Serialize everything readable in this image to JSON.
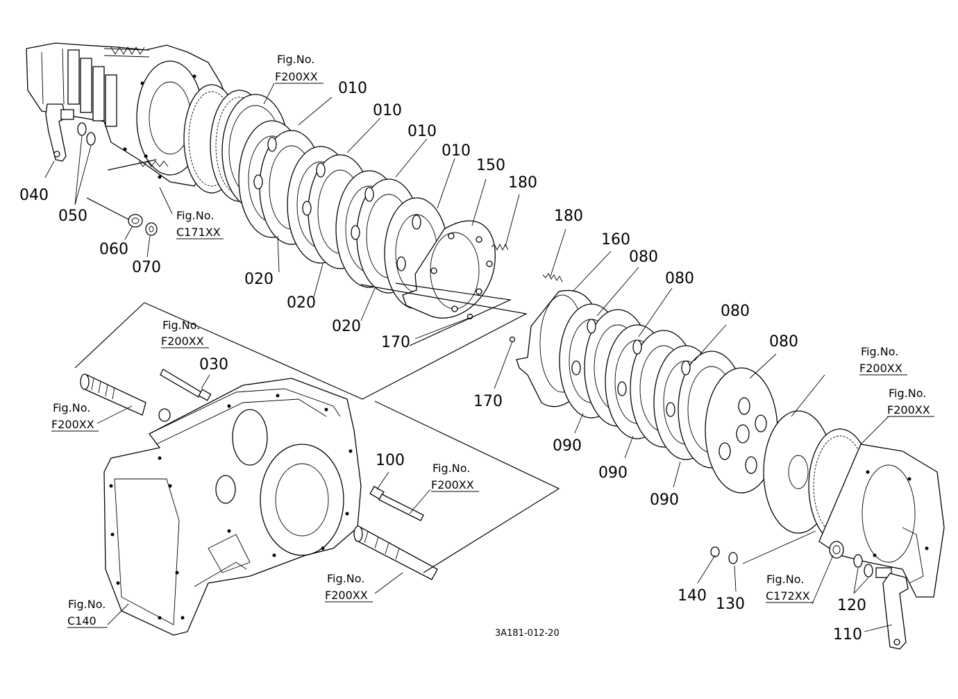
{
  "diagram": {
    "drawing_code": "3A181-012-20",
    "part_labels": {
      "p010a": "010",
      "p010b": "010",
      "p010c": "010",
      "p010d": "010",
      "p020a": "020",
      "p020b": "020",
      "p020c": "020",
      "p030": "030",
      "p040": "040",
      "p050": "050",
      "p060": "060",
      "p070": "070",
      "p080a": "080",
      "p080b": "080",
      "p080c": "080",
      "p080d": "080",
      "p090a": "090",
      "p090b": "090",
      "p090c": "090",
      "p100": "100",
      "p110": "110",
      "p120": "120",
      "p130": "130",
      "p140": "140",
      "p150": "150",
      "p160": "160",
      "p170a": "170",
      "p170b": "170",
      "p180a": "180",
      "p180b": "180"
    },
    "fig_refs": {
      "r1": {
        "label": "Fig.No.",
        "code": "F200XX"
      },
      "r2": {
        "label": "Fig.No.",
        "code": "C171XX"
      },
      "r3": {
        "label": "Fig.No.",
        "code": "F200XX"
      },
      "r4": {
        "label": "Fig.No.",
        "code": "F200XX"
      },
      "r5": {
        "label": "Fig.No.",
        "code": "F200XX"
      },
      "r6": {
        "label": "Fig.No.",
        "code": "F200XX"
      },
      "r7": {
        "label": "Fig.No.",
        "code": "C140"
      },
      "r8": {
        "label": "Fig.No.",
        "code": "F200XX"
      },
      "r9": {
        "label": "Fig.No.",
        "code": "F200XX"
      },
      "r10": {
        "label": "Fig.No.",
        "code": "C172XX"
      }
    }
  }
}
